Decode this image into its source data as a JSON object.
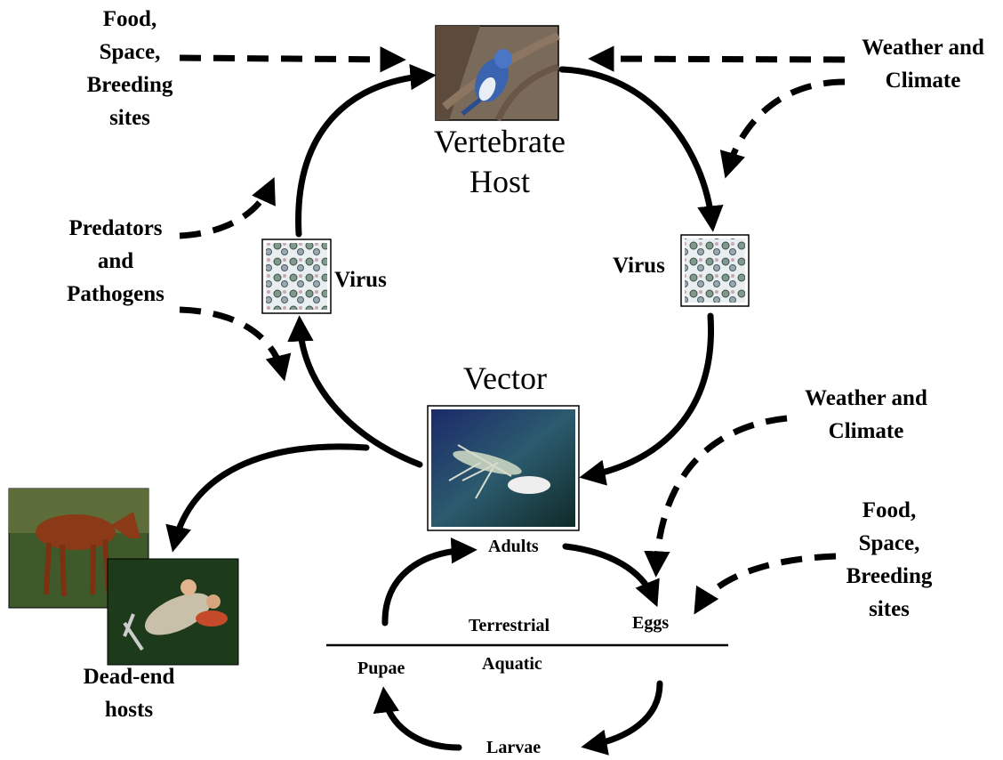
{
  "nodes": {
    "vertebrate_host": [
      "Vertebrate",
      "Host"
    ],
    "vector": "Vector",
    "virus_left": "Virus",
    "virus_right": "Virus",
    "adults": "Adults",
    "eggs": "Eggs",
    "pupae": "Pupae",
    "larvae": "Larvae",
    "terrestrial": "Terrestrial",
    "aquatic": "Aquatic",
    "dead_end_hosts": [
      "Dead-end",
      "hosts"
    ]
  },
  "factors": {
    "food_top_left": [
      "Food,",
      "Space,",
      "Breeding",
      "sites"
    ],
    "weather_top_right": [
      "Weather and",
      "Climate"
    ],
    "predators": [
      "Predators",
      "and",
      "Pathogens"
    ],
    "weather_mid_right": [
      "Weather and",
      "Climate"
    ],
    "food_bottom_right": [
      "Food,",
      "Space,",
      "Breeding",
      "sites"
    ]
  },
  "images": {
    "bird": "blue-jay-photo",
    "mosquito": "mosquito-photo",
    "virus": "virus-micrograph",
    "horse": "horse-photo",
    "people": "people-photo"
  }
}
